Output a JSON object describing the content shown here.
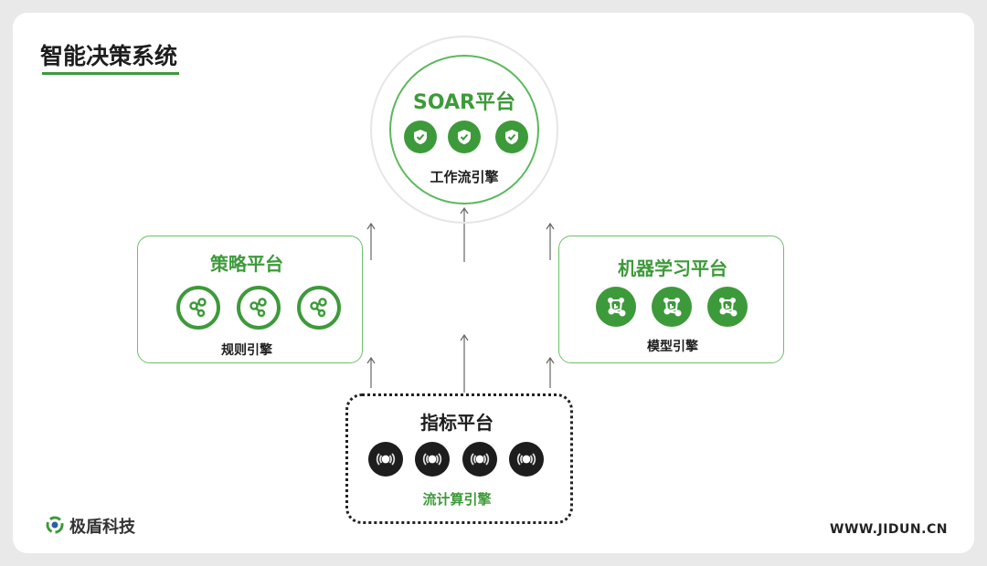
{
  "title": "智能决策系统",
  "soar": {
    "title": "SOAR平台",
    "engine": "工作流引擎",
    "icon": "shield-check-icon"
  },
  "strategy": {
    "title": "策略平台",
    "engine": "规则引擎",
    "icon": "share-nodes-icon"
  },
  "ml": {
    "title": "机器学习平台",
    "engine": "模型引擎",
    "icon": "model-graph-icon"
  },
  "metrics": {
    "title": "指标平台",
    "engine": "流计算引擎",
    "icon": "broadcast-icon"
  },
  "footer": {
    "brand": "极盾科技",
    "url": "WWW.JIDUN.CN"
  },
  "colors": {
    "green": "#3d9a3a",
    "dark": "#1d1d1d"
  }
}
